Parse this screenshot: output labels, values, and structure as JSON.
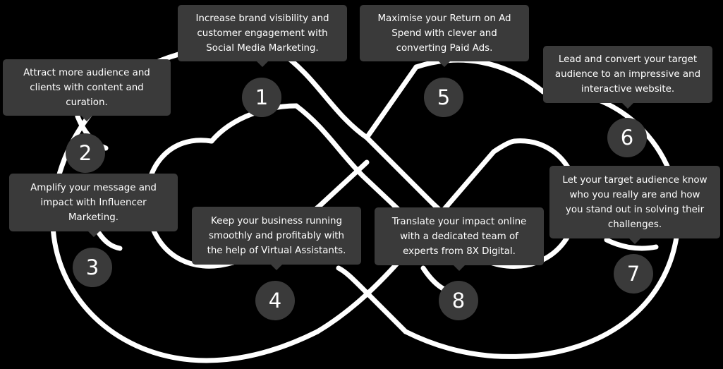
{
  "steps": [
    {
      "number": "1",
      "lines": [
        "Increase brand visibility and",
        "customer engagement with",
        "Social Media Marketing."
      ]
    },
    {
      "number": "2",
      "lines": [
        "Attract more audience and",
        "clients with content and",
        "curation."
      ]
    },
    {
      "number": "3",
      "lines": [
        "Amplify your message and",
        "impact with Influencer",
        "Marketing."
      ]
    },
    {
      "number": "4",
      "lines": [
        "Keep your business running",
        "smoothly and profitably with",
        "the help of Virtual Assistants."
      ]
    },
    {
      "number": "5",
      "lines": [
        "Maximise your Return on Ad",
        "Spend with clever and",
        "converting Paid Ads."
      ]
    },
    {
      "number": "6",
      "lines": [
        "Lead and convert your target",
        "audience to an impressive and",
        "interactive website."
      ]
    },
    {
      "number": "7",
      "lines": [
        "Let your target audience know",
        "who you really are and how",
        "you stand out in solving their",
        "challenges."
      ]
    },
    {
      "number": "8",
      "lines": [
        "Translate your impact online",
        "with a dedicated team of",
        "experts from 8X Digital."
      ]
    }
  ],
  "colors": {
    "background": "#000000",
    "outline": "#ffffff",
    "callout": "#3a3a3a",
    "text": "#ffffff"
  }
}
